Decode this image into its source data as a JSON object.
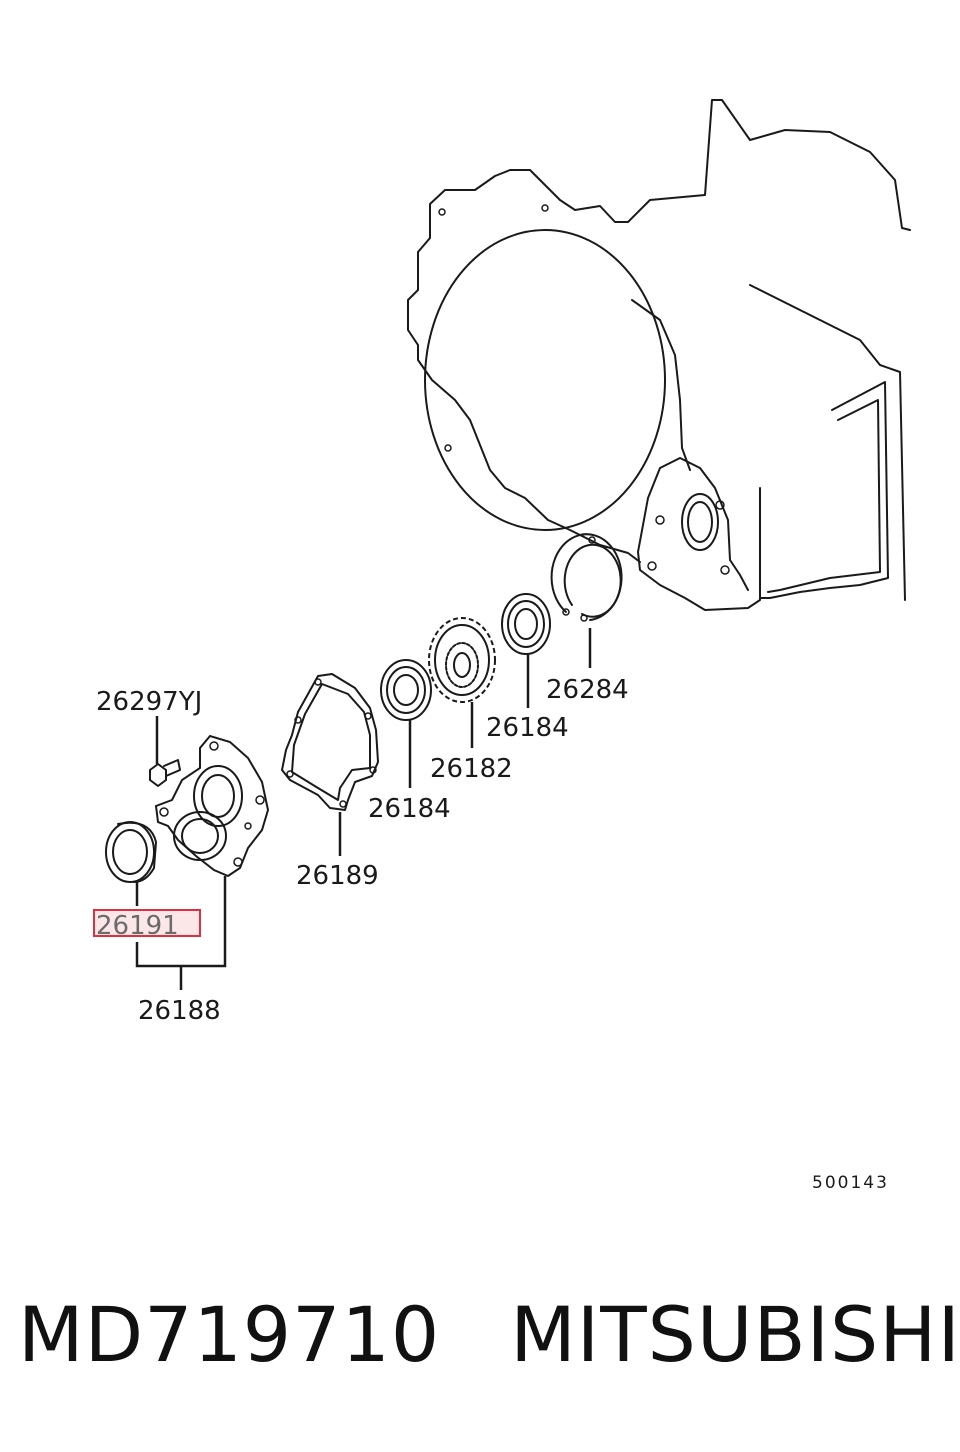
{
  "diagram": {
    "callouts": {
      "bolt": "26297YJ",
      "snap_ring": "26284",
      "bearing_right": "26184",
      "gear": "26182",
      "bearing_left": "26184",
      "gasket": "26189",
      "oil_seal": "26191",
      "housing_assembly": "26188"
    },
    "highlighted_part": "26191",
    "highlight_color": "#e03040",
    "reference_number": "500143"
  },
  "footer": {
    "part_number": "MD719710",
    "brand": "MITSUBISHI"
  }
}
